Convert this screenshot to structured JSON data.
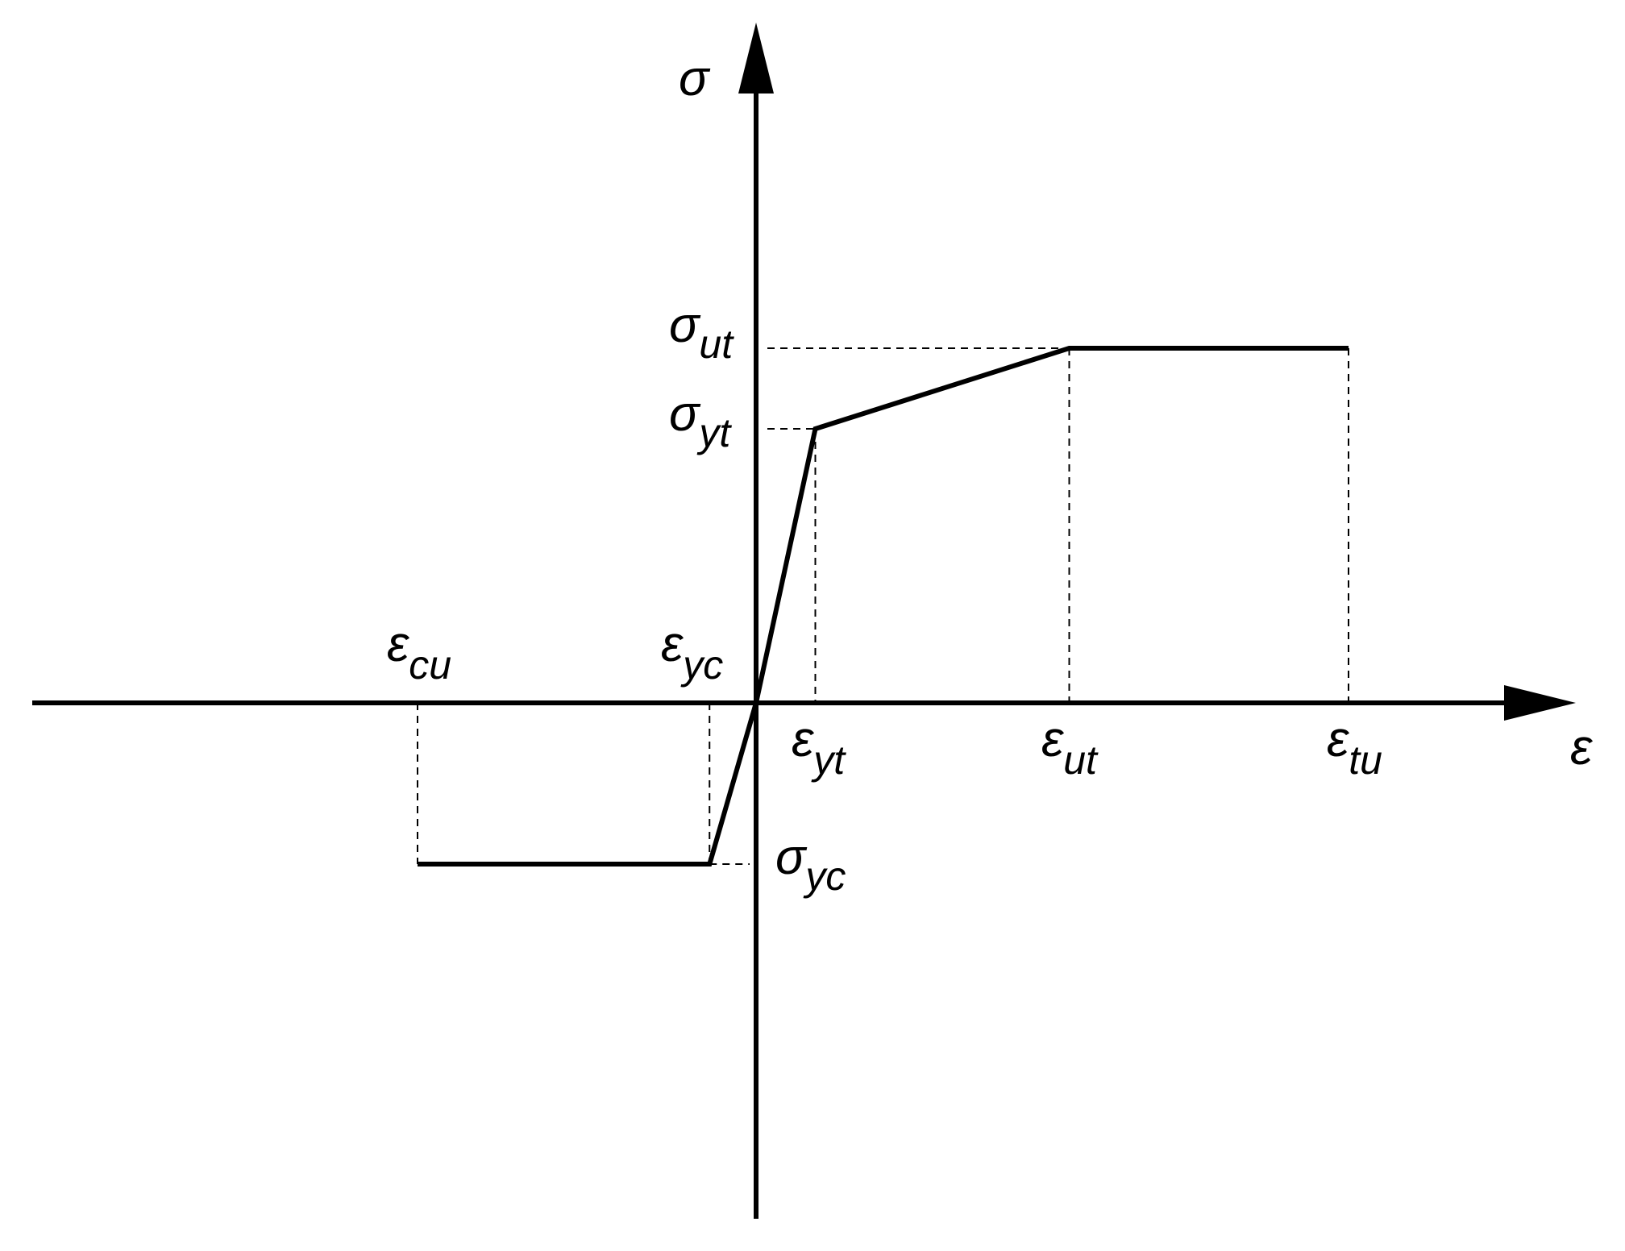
{
  "diagram": {
    "axes": {
      "x_label": {
        "symbol": "ε",
        "sub": ""
      },
      "y_label": {
        "symbol": "σ",
        "sub": ""
      }
    },
    "labels": {
      "eps_cu": {
        "symbol": "ε",
        "sub": "cu"
      },
      "eps_yc": {
        "symbol": "ε",
        "sub": "yc"
      },
      "eps_yt": {
        "symbol": "ε",
        "sub": "yt"
      },
      "eps_ut": {
        "symbol": "ε",
        "sub": "ut"
      },
      "eps_tu": {
        "symbol": "ε",
        "sub": "tu"
      },
      "sig_ut": {
        "symbol": "σ",
        "sub": "ut"
      },
      "sig_yt": {
        "symbol": "σ",
        "sub": "yt"
      },
      "sig_yc": {
        "symbol": "σ",
        "sub": "yc"
      }
    },
    "curve_points": [
      {
        "eps": -4.0,
        "sig": -2.0
      },
      {
        "eps": -0.55,
        "sig": -2.0
      },
      {
        "eps": 0.0,
        "sig": 0.0
      },
      {
        "eps": 0.7,
        "sig": 3.4
      },
      {
        "eps": 3.7,
        "sig": 4.4
      },
      {
        "eps": 7.0,
        "sig": 4.4
      }
    ],
    "guides": {
      "sig_ut": {
        "eps": 3.7,
        "sig": 4.4
      },
      "sig_yt": {
        "eps": 0.7,
        "sig": 3.4
      },
      "sig_yc": {
        "eps": -0.55,
        "sig": -2.0
      },
      "eps_tu": {
        "eps": 7.0,
        "sig": 4.4
      },
      "eps_cu": {
        "eps": -4.0,
        "sig": -2.0
      }
    },
    "line_color": "#000000",
    "background": "#ffffff"
  }
}
